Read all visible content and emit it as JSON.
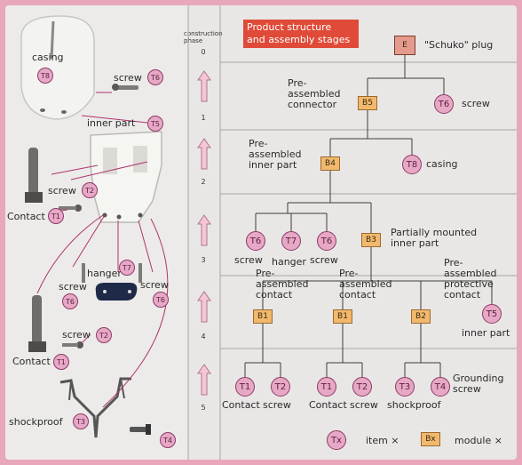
{
  "header": {
    "title_line1": "Product structure",
    "title_line2": "and assembly stages",
    "phase_label_line1": "construction",
    "phase_label_line2": "phase"
  },
  "phases": [
    "0",
    "1",
    "2",
    "3",
    "4",
    "5"
  ],
  "left_panel": {
    "casing": "casing",
    "screw_t6_top": "screw",
    "inner_part": "inner part",
    "screw_t2_upper": "screw",
    "contact_upper": "Contact",
    "hanger": "hanger",
    "screw_left": "screw",
    "screw_right": "screw",
    "screw_t2_lower": "screw",
    "contact_lower": "Contact",
    "shockproof": "shockproof"
  },
  "tree": {
    "plug_label": "\"Schuko\" plug",
    "preassembled_connector": "Pre-\nassembled\nconnector",
    "screw_l1": "screw",
    "preassembled_inner_part": "Pre-\nassembled\ninner part",
    "casing_l2": "casing",
    "partially_mounted": "Partially mounted\ninner part",
    "screw_l3a": "screw",
    "hanger_l3": "hanger",
    "screw_l3b": "screw",
    "contact_group1": "Pre-\nassembled\ncontact",
    "contact_group2": "Pre-\nassembled\ncontact",
    "protective_contact": "Pre-\nassembled\nprotective\ncontact",
    "inner_part_l4": "inner part",
    "contact_a": "Contact",
    "screw_a": "screw",
    "contact_b": "Contact",
    "screw_b": "screw",
    "shockproof": "shockproof",
    "grounding_screw": "Grounding\nscrew"
  },
  "codes": {
    "E": "E",
    "B5": "B5",
    "B4": "B4",
    "B3": "B3",
    "B1": "B1",
    "B2": "B2",
    "Bx": "Bx",
    "T1": "T1",
    "T2": "T2",
    "T3": "T3",
    "T4": "T4",
    "T5": "T5",
    "T6": "T6",
    "T7": "T7",
    "T8": "T8",
    "Tx": "Tx"
  },
  "legend": {
    "item": "item ×",
    "module": "module ×"
  },
  "colors": {
    "item_fill": "#e7a8c6",
    "module_fill": "#f2b96e",
    "root_fill": "#e49a8c",
    "title_fill": "#e04a38",
    "border_pink": "#e9a7ba"
  }
}
